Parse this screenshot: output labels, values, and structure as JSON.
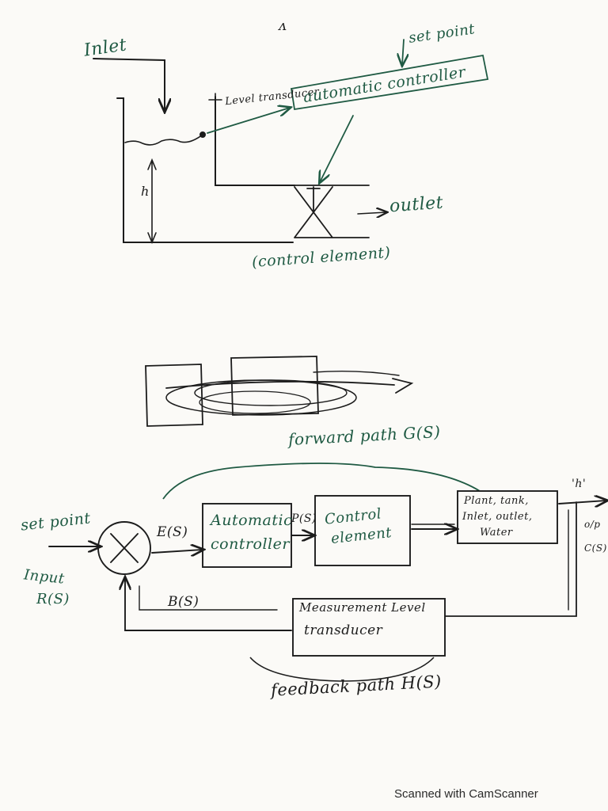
{
  "top_sketch": {
    "mark": "ᴧ",
    "inlet": "Inlet",
    "set_point": "set point",
    "level_transducer": "Level transducer",
    "automatic_controller": "automatic controller",
    "height": "h",
    "outlet": "outlet",
    "control_element": "(control element)"
  },
  "middle_sketch": {
    "forward_path": "forward path G(S)"
  },
  "block_diagram": {
    "set_point": "set point",
    "input": "Input",
    "input_signal": "R(S)",
    "error": "E(S)",
    "controller_top": "Automatic",
    "controller_bottom": "controller",
    "ps_label": "P(S)",
    "control_top": "Control",
    "control_bottom": "element",
    "plant_line1": "Plant, tank,",
    "plant_line2": "Inlet, outlet,",
    "plant_line3": "Water",
    "output_h": "'h'",
    "output_label": "o/p",
    "output_signal": "C(S)",
    "feedback_signal": "B(S)",
    "measure_line1": "Measurement Level",
    "measure_line2": "transducer",
    "feedback_path": "feedback path H(S)"
  },
  "footer": {
    "scanner": "Scanned with CamScanner"
  },
  "colors": {
    "ink_black": "#1c1c1c",
    "ink_green": "#1f5a43",
    "ink_blue": "#223063",
    "paper": "#fbfaf7"
  }
}
